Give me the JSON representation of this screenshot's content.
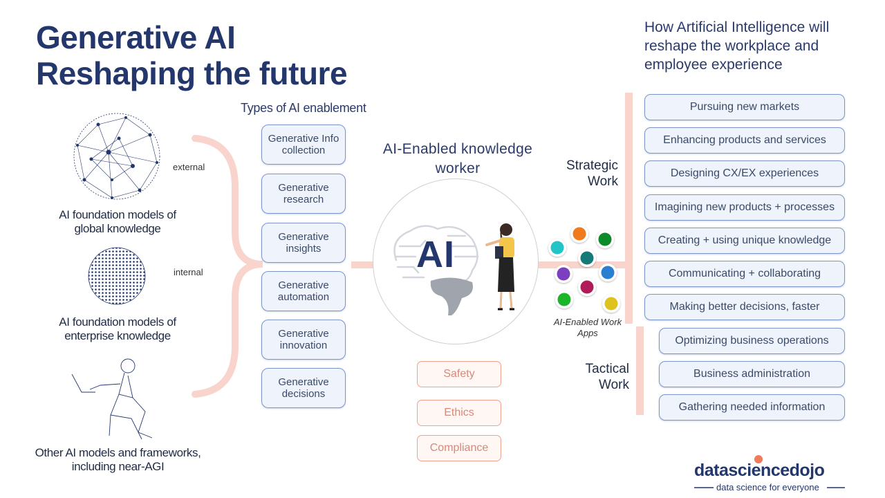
{
  "title": {
    "line1": "Generative AI",
    "line2": "Reshaping the future"
  },
  "subtitle": "How Artificial Intelligence will reshape the workplace and employee experience",
  "types_heading": "Types of AI enablement",
  "types": [
    "Generative Info collection",
    "Generative research",
    "Generative insights",
    "Generative automation",
    "Generative innovation",
    "Generative decisions"
  ],
  "sources": {
    "global": {
      "label": "AI foundation models of global knowledge",
      "tag": "external"
    },
    "enterprise": {
      "label": "AI foundation models of enterprise knowledge",
      "tag": "internal"
    },
    "other": {
      "label": "Other AI models and frameworks, including near-AGI"
    }
  },
  "center": {
    "heading": "AI-Enabled knowledge worker",
    "ai_text": "AI"
  },
  "guardrails": [
    "Safety",
    "Ethics",
    "Compliance"
  ],
  "apps_label": "AI-Enabled Work Apps",
  "strategic": {
    "label": "Strategic Work",
    "items": [
      "Pursuing new markets",
      "Enhancing products and services",
      "Designing CX/EX experiences",
      "Imagining new products + processes",
      "Creating + using unique knowledge",
      "Communicating + collaborating",
      "Making better decisions, faster"
    ]
  },
  "tactical": {
    "label": "Tactical Work",
    "items": [
      "Optimizing business operations",
      "Business administration",
      "Gathering needed information"
    ]
  },
  "logo": {
    "name": "datasciencedojo",
    "tagline": "data science for everyone"
  },
  "colors": {
    "navy": "#23376d",
    "box_border": "#7c96c9",
    "box_fill": "#eef3fc",
    "accent_pink": "#f9d4cc",
    "guard_border": "#f2a08e",
    "dots": [
      "#20c4c8",
      "#f07a1a",
      "#0f8a2a",
      "#167a78",
      "#7b3fbf",
      "#2a7fd0",
      "#b01a5a",
      "#1bb52a",
      "#e0c21a"
    ]
  }
}
